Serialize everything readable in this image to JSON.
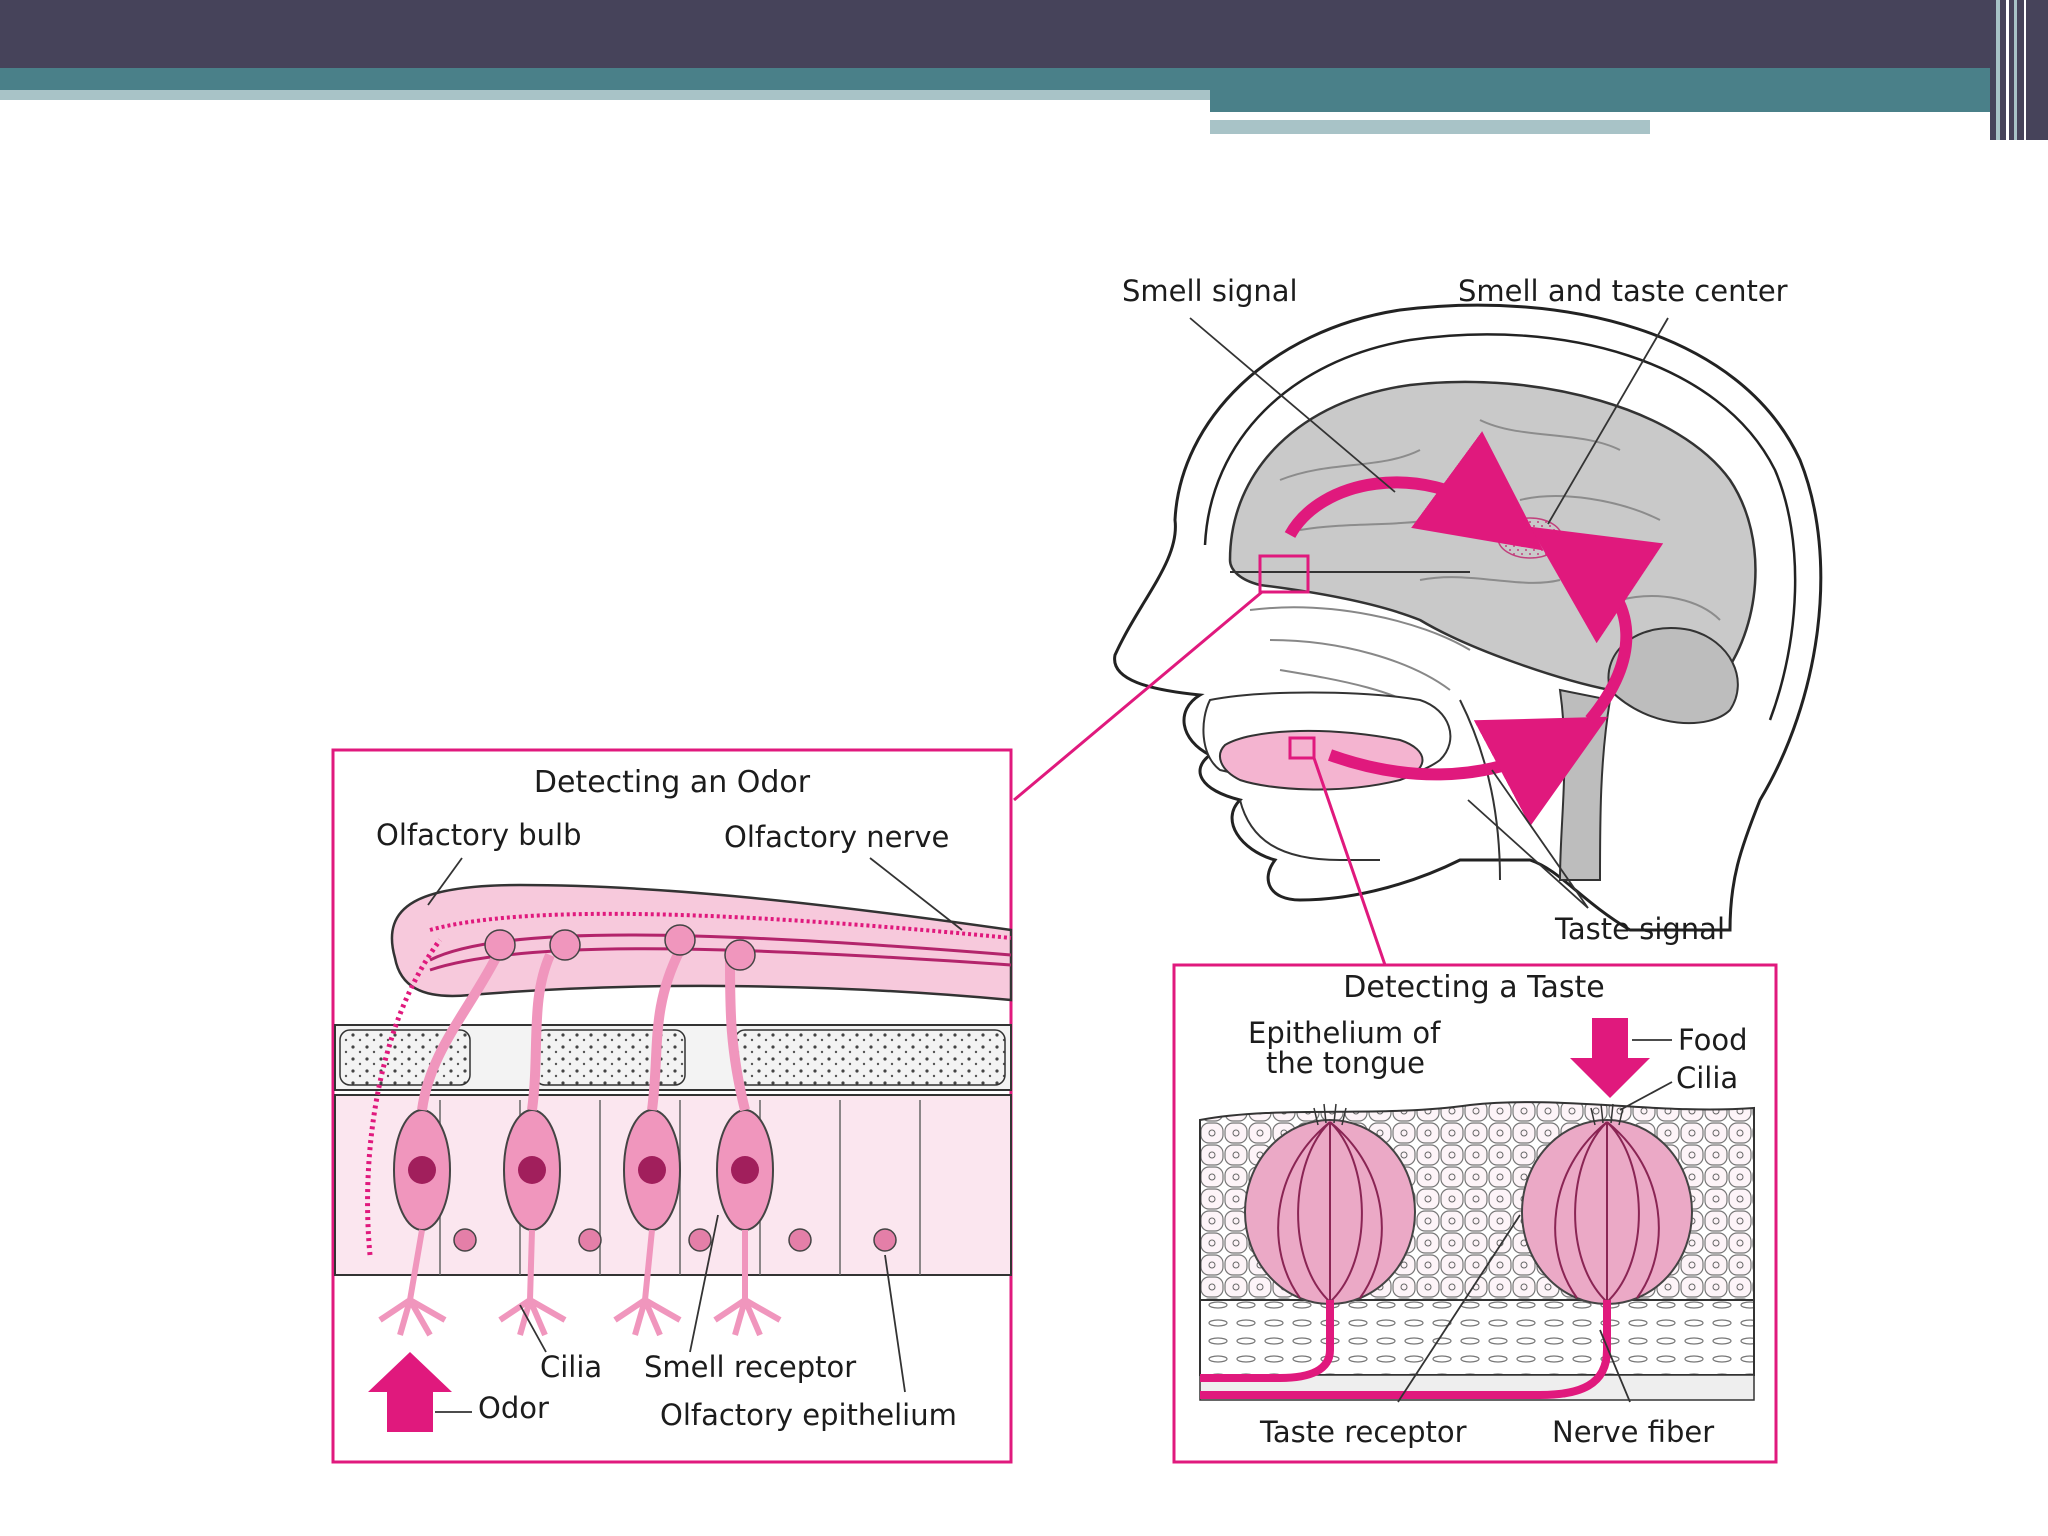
{
  "colors": {
    "banner_dark": "#46435a",
    "banner_teal": "#4a8089",
    "banner_light": "#a8c3c7",
    "accent_magenta": "#e0197d",
    "tissue_pink": "#f4b4d0",
    "brain_gray": "#c9c9c9"
  },
  "head_labels": {
    "smell_signal": "Smell signal",
    "smell_taste_center": "Smell and taste center",
    "taste_signal": "Taste signal"
  },
  "odor_panel": {
    "title": "Detecting an Odor",
    "olfactory_bulb": "Olfactory bulb",
    "olfactory_nerve": "Olfactory nerve",
    "cilia": "Cilia",
    "smell_receptor": "Smell receptor",
    "odor": "Odor",
    "olfactory_epithelium": "Olfactory epithelium"
  },
  "taste_panel": {
    "title": "Detecting a Taste",
    "epithelium_line1": "Epithelium of",
    "epithelium_line2": "the tongue",
    "food": "Food",
    "cilia": "Cilia",
    "taste_receptor": "Taste receptor",
    "nerve_fiber": "Nerve fiber"
  }
}
